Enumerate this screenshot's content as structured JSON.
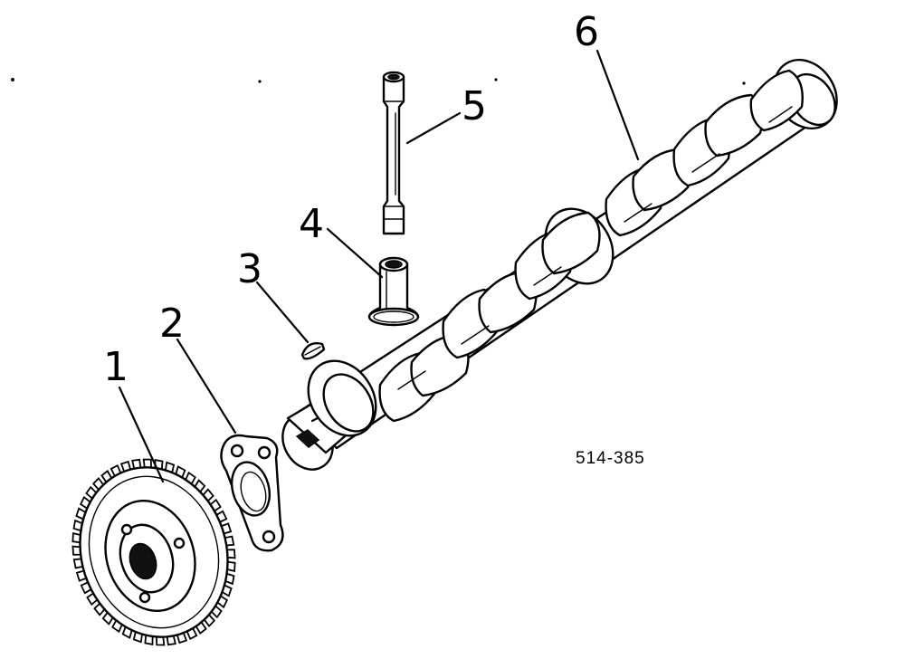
{
  "callouts": [
    {
      "id": "1",
      "label": "1"
    },
    {
      "id": "2",
      "label": "2"
    },
    {
      "id": "3",
      "label": "3"
    },
    {
      "id": "4",
      "label": "4"
    },
    {
      "id": "5",
      "label": "5"
    },
    {
      "id": "6",
      "label": "6"
    }
  ],
  "reference_code": "514-385"
}
